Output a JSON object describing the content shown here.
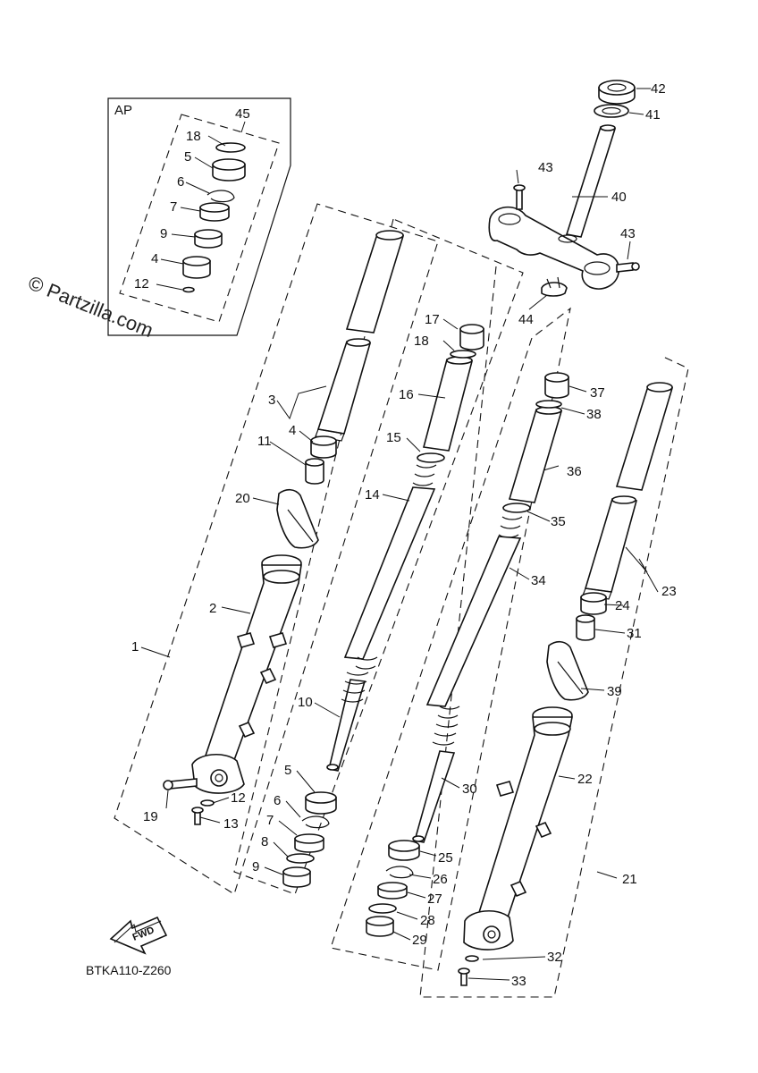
{
  "diagram": {
    "kit_label": "AP",
    "watermark": "© Partzilla.com",
    "drawing_code": "BTKA110-Z260",
    "fwd_label": "FWD",
    "callouts": {
      "c1": "1",
      "c2": "2",
      "c3": "3",
      "c4": "4",
      "c5": "5",
      "c6": "6",
      "c7": "7",
      "c8": "8",
      "c9": "9",
      "c10": "10",
      "c11": "11",
      "c12": "12",
      "c13": "13",
      "c14": "14",
      "c15": "15",
      "c16": "16",
      "c17": "17",
      "c18": "18",
      "c19": "19",
      "c20": "20",
      "c21": "21",
      "c22": "22",
      "c23": "23",
      "c24": "24",
      "c25": "25",
      "c26": "26",
      "c27": "27",
      "c28": "28",
      "c29": "29",
      "c30": "30",
      "c31": "31",
      "c32": "32",
      "c33": "33",
      "c34": "34",
      "c35": "35",
      "c36": "36",
      "c37": "37",
      "c38": "38",
      "c39": "39",
      "c40": "40",
      "c41": "41",
      "c42": "42",
      "c43": "43",
      "c44": "44",
      "c45": "45"
    }
  }
}
